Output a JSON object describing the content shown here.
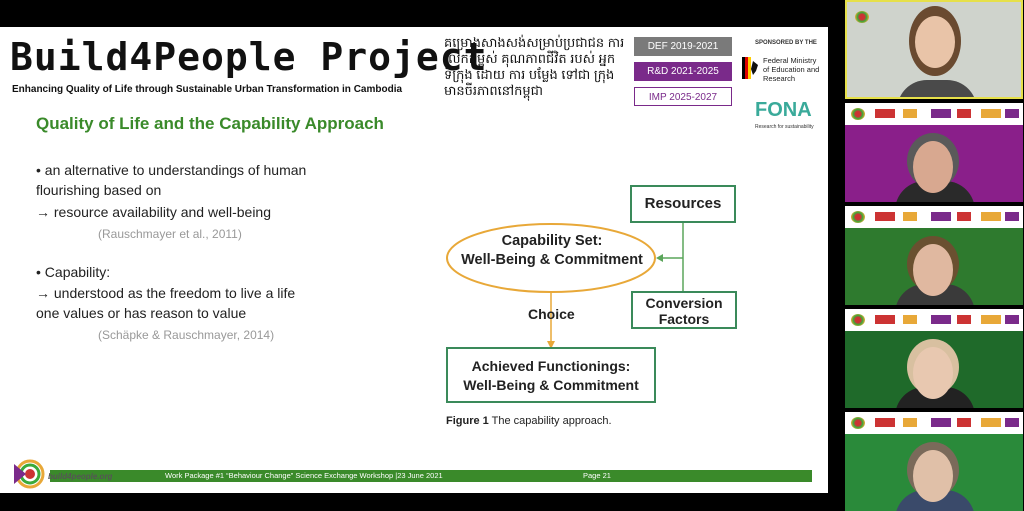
{
  "slide": {
    "title": "Build4People Project",
    "subtitle": "Enhancing Quality of Life through Sustainable Urban Transformation in Cambodia",
    "khmer_text": "គម្រោងសាងសង់សម្រាប់ប្រជាជន ការលើកកម្ពស់ គុណភាពជីវិត របស់ អ្នកទីក្រុង ដោយ ការ បម្លែង ទៅជា ក្រុង មានចីរភាពនៅកម្ពុជា",
    "phases": {
      "def": "DEF 2019-2021",
      "rd": "R&D 2021-2025",
      "imp": "IMP 2025-2027"
    },
    "sponsor": {
      "label": "SPONSORED BY THE",
      "ministry": "Federal Ministry of Education and Research",
      "fona": "FONA",
      "fona_sub": "Research for sustainability"
    },
    "section_heading": "Quality of Life and the Capability Approach",
    "bullets": {
      "b1_line1": "• an alternative to understandings of human",
      "b1_line2": "flourishing based on",
      "b1_line3": "→  resource availability and well-being",
      "b1_cite": "(Rauschmayer et al., 2011)",
      "b2_line1": "• Capability:",
      "b2_line2": "→  understood as the freedom to live a life",
      "b2_line3": "one values or has reason to value",
      "b2_cite": "(Schäpke & Rauschmayer, 2014)"
    },
    "diagram": {
      "resources": "Resources",
      "capability_line1": "Capability Set:",
      "capability_line2": "Well-Being & Commitment",
      "conversion_line1": "Conversion",
      "conversion_line2": "Factors",
      "choice": "Choice",
      "achieved_line1": "Achieved Functionings:",
      "achieved_line2": "Well-Being & Commitment",
      "caption_bold": "Figure 1",
      "caption_text": " The capability approach."
    },
    "footer": {
      "site": "build4people.org",
      "workshop": "Work Package #1 “Behaviour Change” Science Exchange Workshop |23 June 2021",
      "page": "Page 21"
    }
  },
  "participants": [
    {
      "bg": "#cfd3cc",
      "shirt": "#4a4a4a",
      "hair": "#6a4a30",
      "skin": "#e9c4a8"
    },
    {
      "bg": "#8a1f8a",
      "shirt": "#2a2a2a",
      "hair": "#5a5a5a",
      "skin": "#d8a890"
    },
    {
      "bg": "#2e7a2e",
      "shirt": "#3a3a3a",
      "hair": "#6a5030",
      "skin": "#e0b8a0"
    },
    {
      "bg": "#1f6a2a",
      "shirt": "#222222",
      "hair": "#d8c0a0",
      "skin": "#e8c8b0"
    },
    {
      "bg": "#2a8a3a",
      "shirt": "#3a4a6a",
      "hair": "#7a6a5a",
      "skin": "#e0c0a8"
    }
  ],
  "colors": {
    "accent_green": "#3a8a2a",
    "box_border": "#3a8a5a",
    "ellipse_border": "#e8a838",
    "purple": "#7a2a8a"
  }
}
